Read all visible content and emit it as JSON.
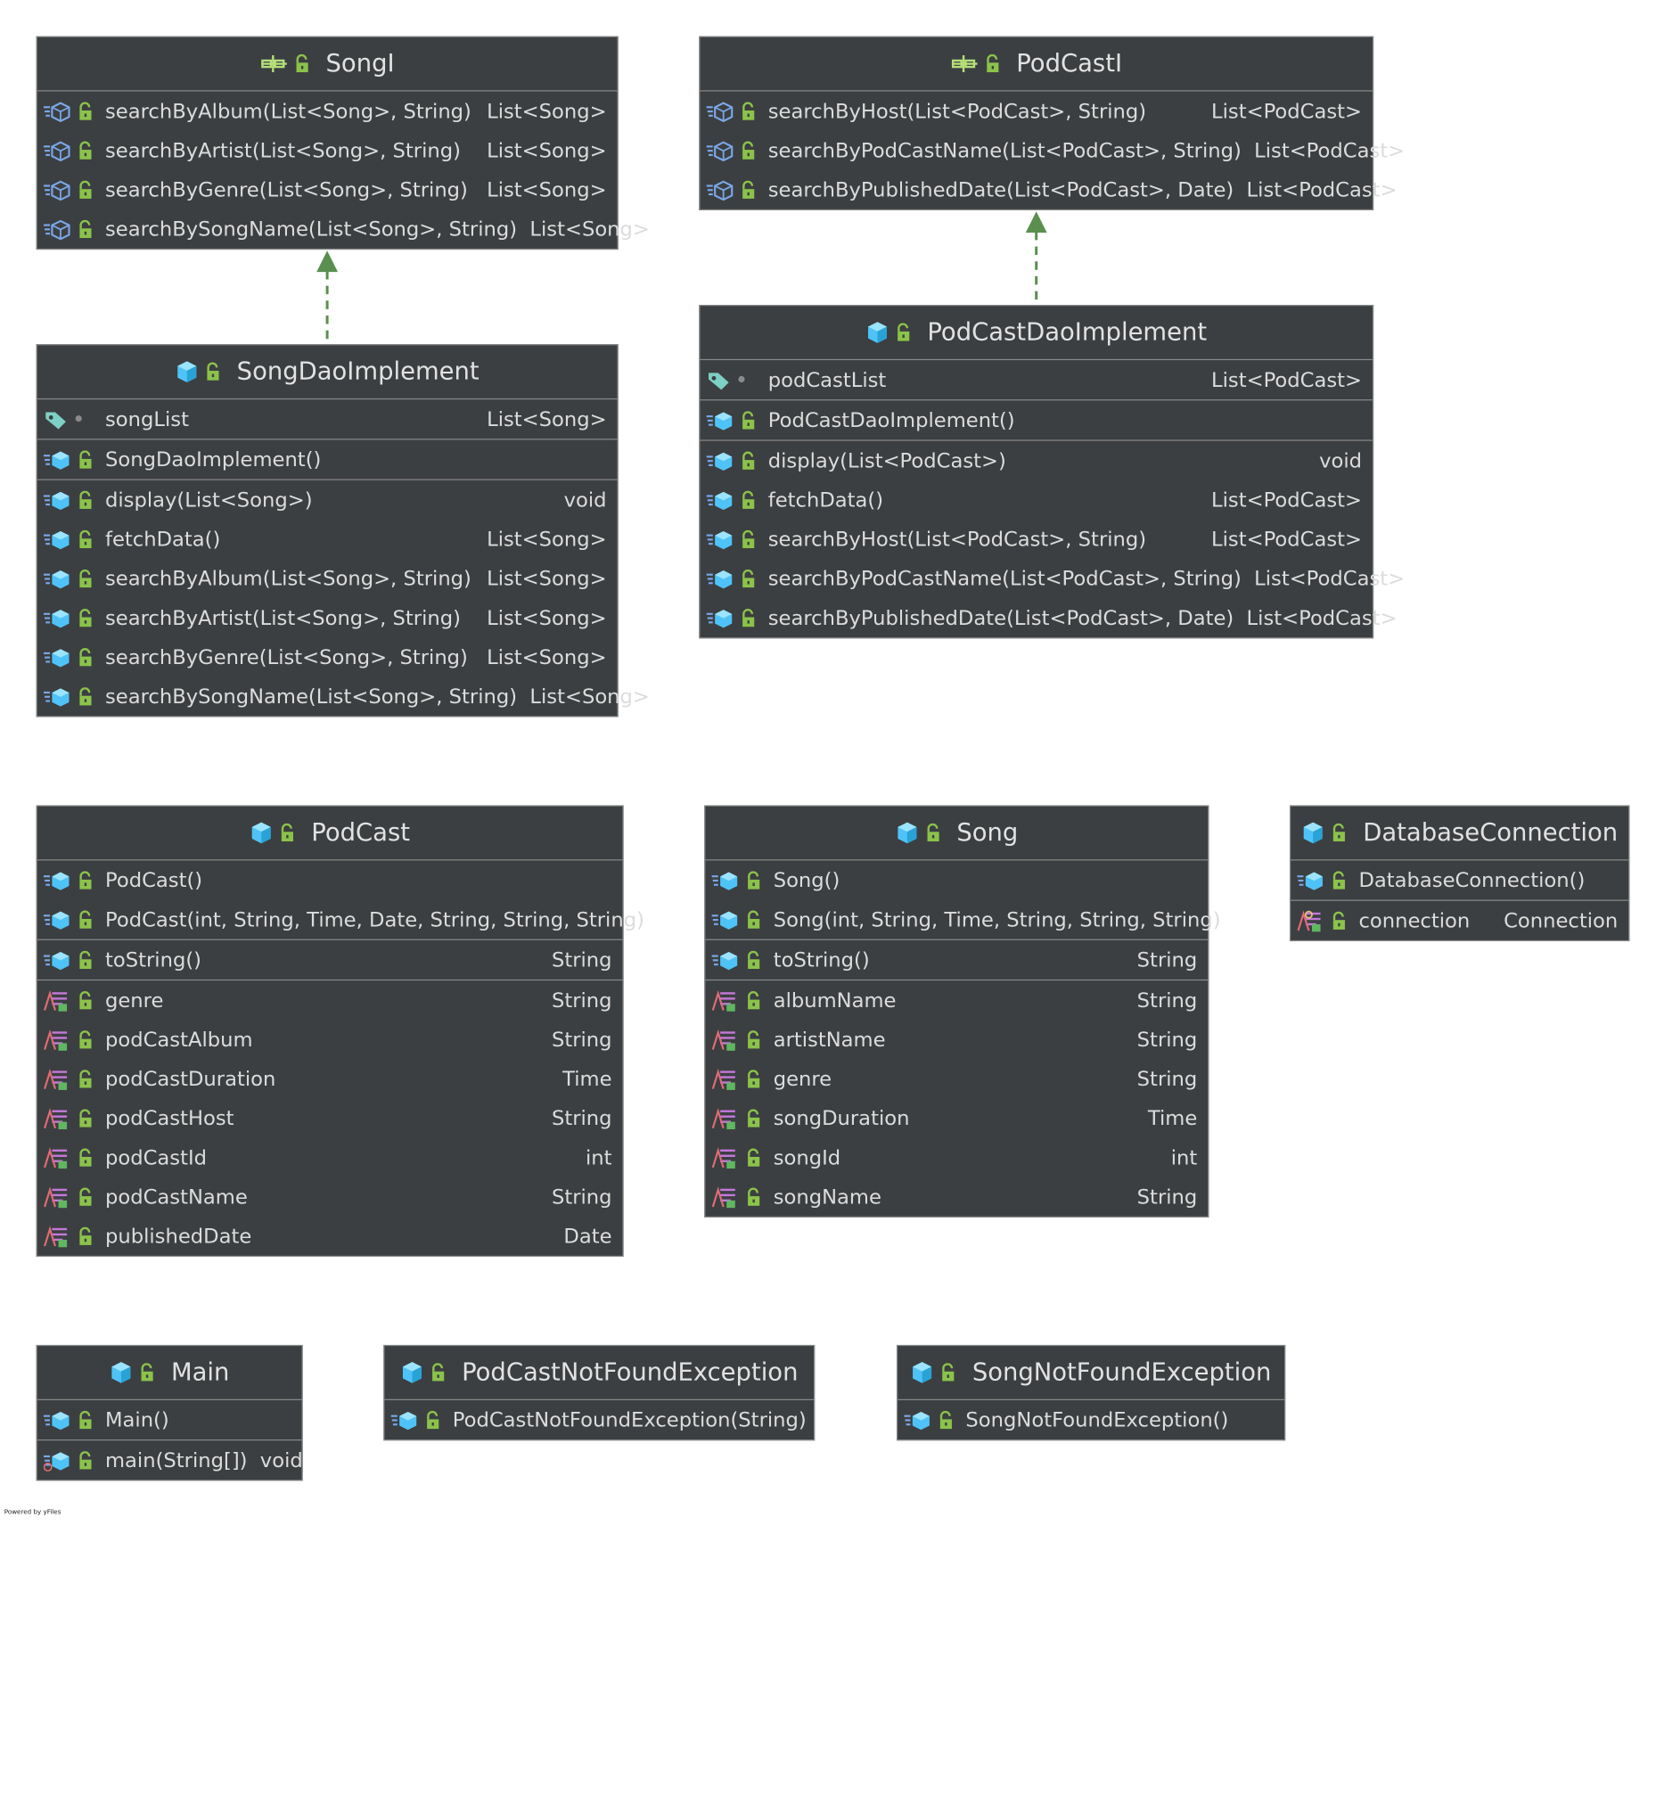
{
  "classes": [
    {
      "id": "SongI",
      "name": "SongI",
      "kind": "interface",
      "sections": [
        [
          {
            "kind": "abstract-method",
            "name": "searchByAlbum(List<Song>, String)",
            "type": "List<Song>"
          },
          {
            "kind": "abstract-method",
            "name": "searchByArtist(List<Song>, String)",
            "type": "List<Song>"
          },
          {
            "kind": "abstract-method",
            "name": "searchByGenre(List<Song>, String)",
            "type": "List<Song>"
          },
          {
            "kind": "abstract-method",
            "name": "searchBySongName(List<Song>, String)",
            "type": "List<Song>"
          }
        ]
      ]
    },
    {
      "id": "PodCastI",
      "name": "PodCastI",
      "kind": "interface",
      "sections": [
        [
          {
            "kind": "abstract-method",
            "name": "searchByHost(List<PodCast>, String)",
            "type": "List<PodCast>"
          },
          {
            "kind": "abstract-method",
            "name": "searchByPodCastName(List<PodCast>, String)",
            "type": "List<PodCast>"
          },
          {
            "kind": "abstract-method",
            "name": "searchByPublishedDate(List<PodCast>, Date)",
            "type": "List<PodCast>"
          }
        ]
      ]
    },
    {
      "id": "SongDaoImplement",
      "name": "SongDaoImplement",
      "kind": "class",
      "sections": [
        [
          {
            "kind": "field",
            "name": "songList",
            "type": "List<Song>"
          }
        ],
        [
          {
            "kind": "method",
            "name": "SongDaoImplement()",
            "type": ""
          }
        ],
        [
          {
            "kind": "method",
            "name": "display(List<Song>)",
            "type": "void"
          },
          {
            "kind": "method",
            "name": "fetchData()",
            "type": "List<Song>"
          },
          {
            "kind": "method",
            "name": "searchByAlbum(List<Song>, String)",
            "type": "List<Song>"
          },
          {
            "kind": "method",
            "name": "searchByArtist(List<Song>, String)",
            "type": "List<Song>"
          },
          {
            "kind": "method",
            "name": "searchByGenre(List<Song>, String)",
            "type": "List<Song>"
          },
          {
            "kind": "method",
            "name": "searchBySongName(List<Song>, String)",
            "type": "List<Song>"
          }
        ]
      ]
    },
    {
      "id": "PodCastDaoImplement",
      "name": "PodCastDaoImplement",
      "kind": "class",
      "sections": [
        [
          {
            "kind": "field",
            "name": "podCastList",
            "type": "List<PodCast>"
          }
        ],
        [
          {
            "kind": "method",
            "name": "PodCastDaoImplement()",
            "type": ""
          }
        ],
        [
          {
            "kind": "method",
            "name": "display(List<PodCast>)",
            "type": "void"
          },
          {
            "kind": "method",
            "name": "fetchData()",
            "type": "List<PodCast>"
          },
          {
            "kind": "method",
            "name": "searchByHost(List<PodCast>, String)",
            "type": "List<PodCast>"
          },
          {
            "kind": "method",
            "name": "searchByPodCastName(List<PodCast>, String)",
            "type": "List<PodCast>"
          },
          {
            "kind": "method",
            "name": "searchByPublishedDate(List<PodCast>, Date)",
            "type": "List<PodCast>"
          }
        ]
      ]
    },
    {
      "id": "PodCast",
      "name": "PodCast",
      "kind": "class",
      "sections": [
        [
          {
            "kind": "method",
            "name": "PodCast()",
            "type": ""
          },
          {
            "kind": "method",
            "name": "PodCast(int, String, Time, Date, String, String, String)",
            "type": ""
          }
        ],
        [
          {
            "kind": "method",
            "name": "toString()",
            "type": "String"
          }
        ],
        [
          {
            "kind": "property",
            "name": "genre",
            "type": "String"
          },
          {
            "kind": "property",
            "name": "podCastAlbum",
            "type": "String"
          },
          {
            "kind": "property",
            "name": "podCastDuration",
            "type": "Time"
          },
          {
            "kind": "property",
            "name": "podCastHost",
            "type": "String"
          },
          {
            "kind": "property",
            "name": "podCastId",
            "type": "int"
          },
          {
            "kind": "property",
            "name": "podCastName",
            "type": "String"
          },
          {
            "kind": "property",
            "name": "publishedDate",
            "type": "Date"
          }
        ]
      ]
    },
    {
      "id": "Song",
      "name": "Song",
      "kind": "class",
      "sections": [
        [
          {
            "kind": "method",
            "name": "Song()",
            "type": ""
          },
          {
            "kind": "method",
            "name": "Song(int, String, Time, String, String, String)",
            "type": ""
          }
        ],
        [
          {
            "kind": "method",
            "name": "toString()",
            "type": "String"
          }
        ],
        [
          {
            "kind": "property",
            "name": "albumName",
            "type": "String"
          },
          {
            "kind": "property",
            "name": "artistName",
            "type": "String"
          },
          {
            "kind": "property",
            "name": "genre",
            "type": "String"
          },
          {
            "kind": "property",
            "name": "songDuration",
            "type": "Time"
          },
          {
            "kind": "property",
            "name": "songId",
            "type": "int"
          },
          {
            "kind": "property",
            "name": "songName",
            "type": "String"
          }
        ]
      ]
    },
    {
      "id": "DatabaseConnection",
      "name": "DatabaseConnection",
      "kind": "class",
      "sections": [
        [
          {
            "kind": "method",
            "name": "DatabaseConnection()",
            "type": ""
          }
        ],
        [
          {
            "kind": "static-property",
            "name": "connection",
            "type": "Connection"
          }
        ]
      ]
    },
    {
      "id": "Main",
      "name": "Main",
      "kind": "main-class",
      "sections": [
        [
          {
            "kind": "method",
            "name": "Main()",
            "type": ""
          }
        ],
        [
          {
            "kind": "static-method",
            "name": "main(String[])",
            "type": "void"
          }
        ]
      ]
    },
    {
      "id": "PodCastNotFoundException",
      "name": "PodCastNotFoundException",
      "kind": "class",
      "sections": [
        [
          {
            "kind": "method",
            "name": "PodCastNotFoundException(String)",
            "type": ""
          }
        ]
      ]
    },
    {
      "id": "SongNotFoundException",
      "name": "SongNotFoundException",
      "kind": "class",
      "sections": [
        [
          {
            "kind": "method",
            "name": "SongNotFoundException()",
            "type": ""
          }
        ]
      ]
    }
  ],
  "edges": [
    {
      "from": "SongDaoImplement",
      "to": "SongI",
      "type": "realization"
    },
    {
      "from": "PodCastDaoImplement",
      "to": "PodCastI",
      "type": "realization"
    }
  ],
  "credit": "Powered by yFiles",
  "colors": {
    "box": "#3c3f41",
    "border": "#8a8a8a",
    "text": "#dcdcdc",
    "edge": "#5a8f4f",
    "lock": "#8bc34a",
    "class": "#4fc3f7",
    "methodIcon": "#7aa7e8",
    "fieldIcon": "#7ecfc4",
    "propertyIcon": "#c678dd"
  }
}
